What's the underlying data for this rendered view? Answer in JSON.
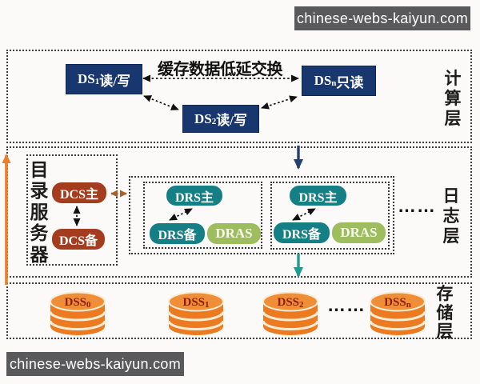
{
  "watermarks": {
    "top": "chinese-webs-kaiyun.com",
    "bottom": "chinese-webs-kaiyun.com"
  },
  "compute": {
    "layer_label": "计算层",
    "exchange_title": "缓存数据低延交换",
    "ds1": {
      "prefix": "DS",
      "sub": "1",
      "suffix": "读/写"
    },
    "ds2": {
      "prefix": "DS",
      "sub": "2",
      "suffix": "读/写"
    },
    "dsn": {
      "prefix": "DS",
      "sub": "n",
      "suffix": "只读"
    }
  },
  "log": {
    "layer_label": "日志层",
    "directory_server_label": "目录服务器",
    "dcs_primary": "DCS主",
    "dcs_standby": "DCS备",
    "groups": [
      {
        "primary": "DRS主",
        "standby": "DRS备",
        "agent": "DRAS"
      },
      {
        "primary": "DRS主",
        "standby": "DRS备",
        "agent": "DRAS"
      }
    ],
    "ellipsis": "……"
  },
  "storage": {
    "layer_label": "存储层",
    "ellipsis": "……",
    "nodes": [
      {
        "prefix": "DSS",
        "sub": "0"
      },
      {
        "prefix": "DSS",
        "sub": "1"
      },
      {
        "prefix": "DSS",
        "sub": "2"
      },
      {
        "prefix": "DSS",
        "sub": "n"
      }
    ]
  },
  "colors": {
    "navy_box": "#17376e",
    "teal_box": "#157f86",
    "green_box": "#9dbd5e",
    "red_box": "#a53c1e",
    "cylinder_orange": "#eb7a20",
    "cylinder_top": "#f08e37",
    "cylinder_label": "#8b1c10",
    "arrow_navy": "#23406f",
    "arrow_teal": "#1e9c90",
    "arrow_orange": "#ec7e2c",
    "arrow_brown": "#a5602e",
    "watermark_bg": "#59595b"
  }
}
